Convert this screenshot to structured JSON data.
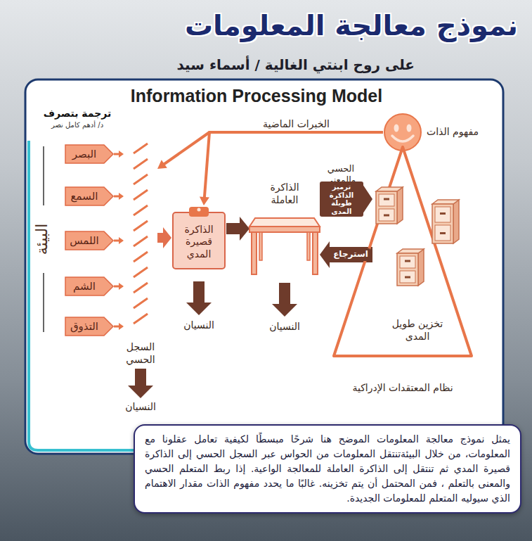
{
  "diagram": {
    "title": "نموذج معالجة المعلومات",
    "caption": "يمثل نموذج معالجة المعلومات الموضح هنا شرحًا مبسطًا لكيفية تعامل عقلونا مع المعلومات، من خلال البيئةتنتقل المعلومات من الحواس عبر السجل الحسي إلى الذاكرة قصيرة المدي ثم تنتقل إلى الذاكرة العاملة للمعالجة الواعية. إذا ربط المتعلم الحسي والمعنى بالتعلم ، فمن المحتمل أن يتم تخزينه. غالبًا ما يحدد مفهوم الذات مقدار الاهتمام الذي سيوليه المتعلم للمعلومات الجديدة.",
    "nodes": [
      {
        "text": [
          "البصر"
        ]
      },
      {
        "text": [
          "السمع"
        ]
      },
      {
        "text": [
          "اللمس"
        ]
      },
      {
        "text": [
          "الشم"
        ]
      },
      {
        "text": [
          "التذوق"
        ]
      },
      {
        "text": [
          "السجل الحسي"
        ]
      },
      {
        "text": [
          "الذاكرة قصيرة المدي"
        ]
      },
      {
        "text": [
          "الذاكرة العاملة"
        ]
      },
      {
        "text": [
          "مفهوم الذات"
        ]
      },
      {
        "text": [
          "نظام المعتقدات الإدراكية"
        ]
      },
      {
        "text": [
          "تخزين طويل المدى"
        ],
        "in": 9
      }
    ],
    "edges": [
      {
        "from": 0,
        "to": 5,
        "arrow": "to"
      },
      {
        "from": 1,
        "to": 5,
        "arrow": "to"
      },
      {
        "from": 2,
        "to": 5,
        "arrow": "to"
      },
      {
        "from": 3,
        "to": 5,
        "arrow": "to"
      },
      {
        "from": 4,
        "to": 5,
        "arrow": "to"
      },
      {
        "from": 5,
        "to": 6,
        "arrow": "to"
      },
      {
        "from": 6,
        "to": 7,
        "arrow": "to"
      },
      {
        "from": 7,
        "to": 10,
        "label": "ترميز الذاكرة طويلة المدى",
        "arrow": "to"
      },
      {
        "from": 10,
        "to": 7,
        "label": "استرجاع",
        "arrow": "to"
      },
      {
        "from": 8,
        "to": 5,
        "label": "الخبرات الماضية",
        "arrow": "to"
      },
      {
        "from": 8,
        "to": 6,
        "arrow": "to"
      }
    ],
    "labels": [
      "على روح ابنتي الغالية / أسماء سيد",
      "Information Processing Model",
      "ترجمة بتصرف",
      "د/ أدهم كامل نصر",
      "البيئة",
      "الحسي والمعني",
      "النسيان",
      "النسيان",
      "النسيان"
    ]
  }
}
